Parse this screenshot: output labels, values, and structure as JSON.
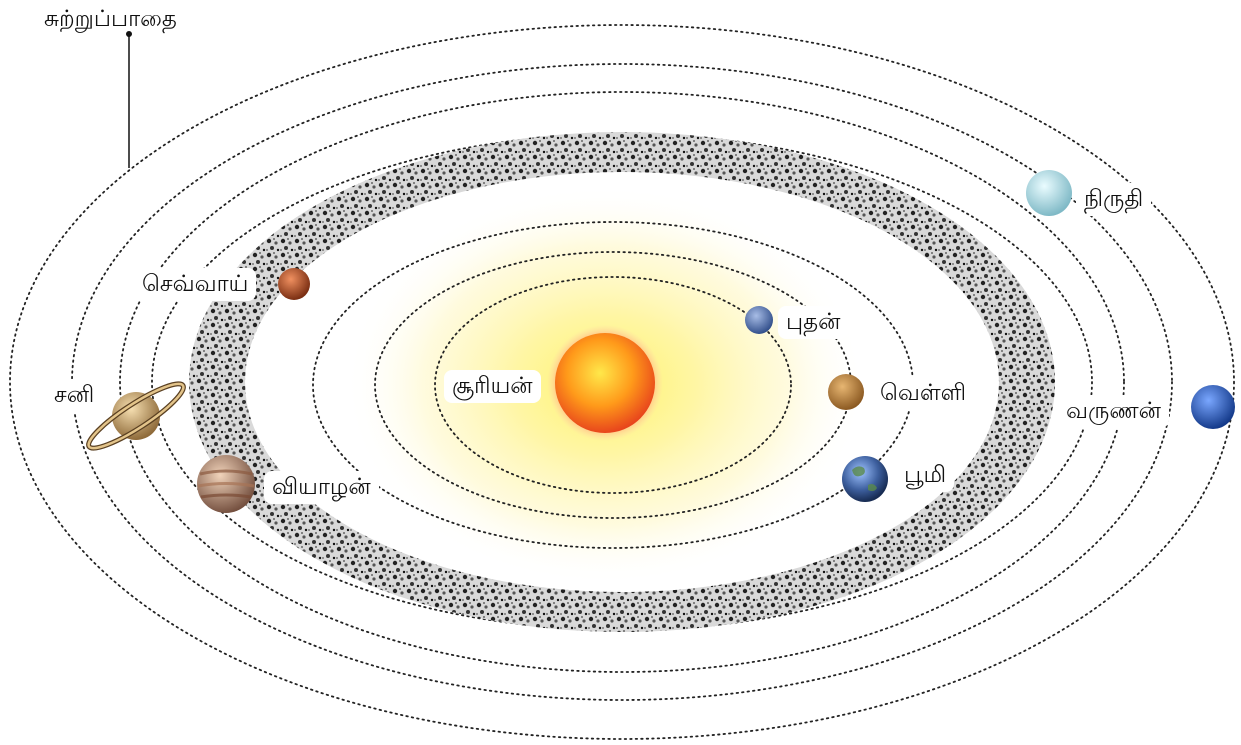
{
  "title": "",
  "orbit_callout": "சுற்றுப்பாதை",
  "sun": {
    "label": "சூரியன்",
    "color": "#f57c00"
  },
  "asteroid_belt": {
    "color": "#4a4a4a"
  },
  "planets": [
    {
      "id": "mercury",
      "label": "புதன்",
      "color": "#5b7bb5"
    },
    {
      "id": "venus",
      "label": "வெள்ளி",
      "color": "#c58a3a"
    },
    {
      "id": "earth",
      "label": "பூமி",
      "color": "#3d5f9e"
    },
    {
      "id": "mars",
      "label": "செவ்வாய்",
      "color": "#c0562a"
    },
    {
      "id": "jupiter",
      "label": "வியாழன்",
      "color": "#b9866a"
    },
    {
      "id": "saturn",
      "label": "சனி",
      "color": "#d6b27a"
    },
    {
      "id": "uranus",
      "label": "நிருதி",
      "color": "#bfe3ea"
    },
    {
      "id": "neptune",
      "label": "வருணன்",
      "color": "#2a56b8"
    }
  ]
}
